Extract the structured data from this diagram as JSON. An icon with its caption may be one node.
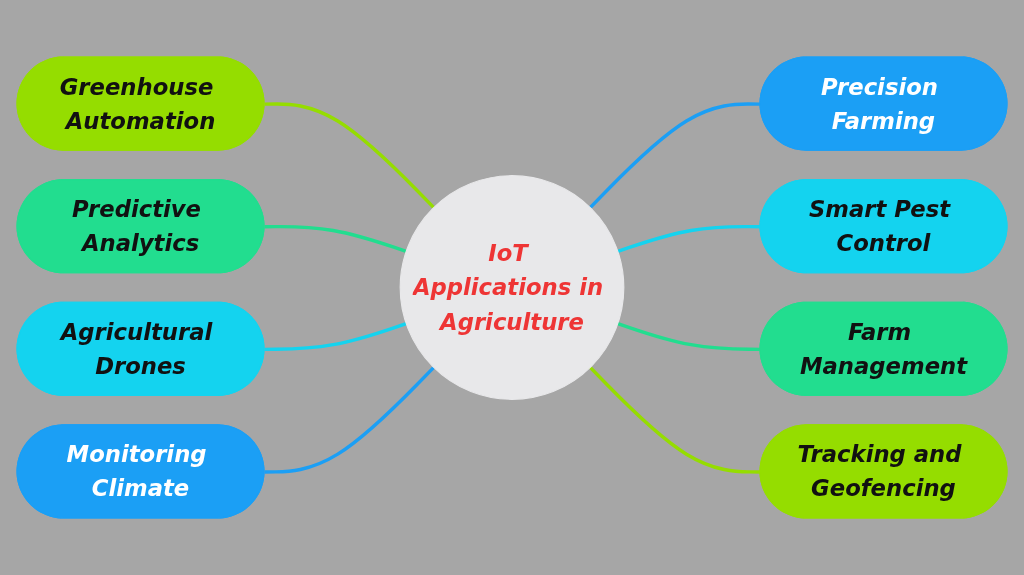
{
  "diagram": {
    "nodes": [
      {
        "text": [
          "IoT Applications in Agriculture"
        ]
      },
      {
        "text": [
          "Greenhouse Automation"
        ]
      },
      {
        "text": [
          "Predictive Analytics"
        ]
      },
      {
        "text": [
          "Agricultural Drones"
        ]
      },
      {
        "text": [
          "Monitoring Climate"
        ]
      },
      {
        "text": [
          "Precision Farming"
        ]
      },
      {
        "text": [
          "Smart Pest Control"
        ]
      },
      {
        "text": [
          "Farm Management"
        ]
      },
      {
        "text": [
          "Tracking and Geofencing"
        ]
      }
    ],
    "edges": [
      {
        "from": 1,
        "to": 0,
        "arrow": "none",
        "color": "#95dd00"
      },
      {
        "from": 2,
        "to": 0,
        "arrow": "none",
        "color": "#22dd8f"
      },
      {
        "from": 3,
        "to": 0,
        "arrow": "none",
        "color": "#14d3ef"
      },
      {
        "from": 4,
        "to": 0,
        "arrow": "none",
        "color": "#1b9ff5"
      },
      {
        "from": 0,
        "to": 5,
        "arrow": "none",
        "color": "#1b9ff5"
      },
      {
        "from": 0,
        "to": 6,
        "arrow": "none",
        "color": "#14d3ef"
      },
      {
        "from": 0,
        "to": 7,
        "arrow": "none",
        "color": "#22dd8f"
      },
      {
        "from": 0,
        "to": 8,
        "arrow": "none",
        "color": "#95dd00"
      }
    ]
  }
}
